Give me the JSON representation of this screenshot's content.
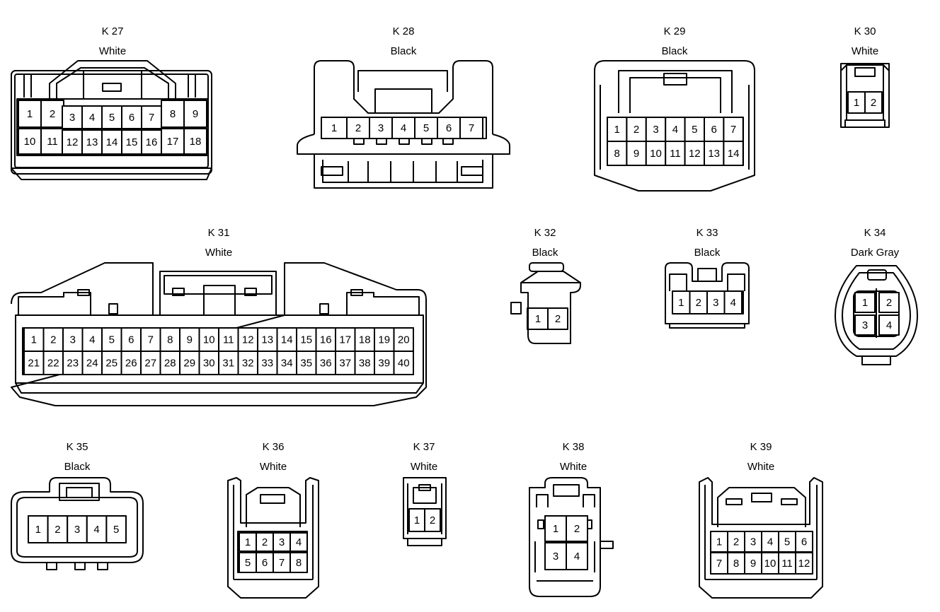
{
  "connectors": {
    "k27": {
      "id": "K 27",
      "color": "White",
      "pins": [
        "1",
        "2",
        "3",
        "4",
        "5",
        "6",
        "7",
        "8",
        "9",
        "10",
        "11",
        "12",
        "13",
        "14",
        "15",
        "16",
        "17",
        "18"
      ]
    },
    "k28": {
      "id": "K 28",
      "color": "Black",
      "pins": [
        "1",
        "2",
        "3",
        "4",
        "5",
        "6",
        "7"
      ]
    },
    "k29": {
      "id": "K 29",
      "color": "Black",
      "pins": [
        "1",
        "2",
        "3",
        "4",
        "5",
        "6",
        "7",
        "8",
        "9",
        "10",
        "11",
        "12",
        "13",
        "14"
      ]
    },
    "k30": {
      "id": "K 30",
      "color": "White",
      "pins": [
        "1",
        "2"
      ]
    },
    "k31": {
      "id": "K 31",
      "color": "White",
      "pins": [
        "1",
        "2",
        "3",
        "4",
        "5",
        "6",
        "7",
        "8",
        "9",
        "10",
        "11",
        "12",
        "13",
        "14",
        "15",
        "16",
        "17",
        "18",
        "19",
        "20",
        "21",
        "22",
        "23",
        "24",
        "25",
        "26",
        "27",
        "28",
        "29",
        "30",
        "31",
        "32",
        "33",
        "34",
        "35",
        "36",
        "37",
        "38",
        "39",
        "40"
      ]
    },
    "k32": {
      "id": "K 32",
      "color": "Black",
      "pins": [
        "1",
        "2"
      ]
    },
    "k33": {
      "id": "K 33",
      "color": "Black",
      "pins": [
        "1",
        "2",
        "3",
        "4"
      ]
    },
    "k34": {
      "id": "K 34",
      "color": "Dark Gray",
      "pins": [
        "1",
        "2",
        "3",
        "4"
      ]
    },
    "k35": {
      "id": "K 35",
      "color": "Black",
      "pins": [
        "1",
        "2",
        "3",
        "4",
        "5"
      ]
    },
    "k36": {
      "id": "K 36",
      "color": "White",
      "pins": [
        "1",
        "2",
        "3",
        "4",
        "5",
        "6",
        "7",
        "8"
      ]
    },
    "k37": {
      "id": "K 37",
      "color": "White",
      "pins": [
        "1",
        "2"
      ]
    },
    "k38": {
      "id": "K 38",
      "color": "White",
      "pins": [
        "1",
        "2",
        "3",
        "4"
      ]
    },
    "k39": {
      "id": "K 39",
      "color": "White",
      "pins": [
        "1",
        "2",
        "3",
        "4",
        "5",
        "6",
        "7",
        "8",
        "9",
        "10",
        "11",
        "12"
      ]
    }
  }
}
